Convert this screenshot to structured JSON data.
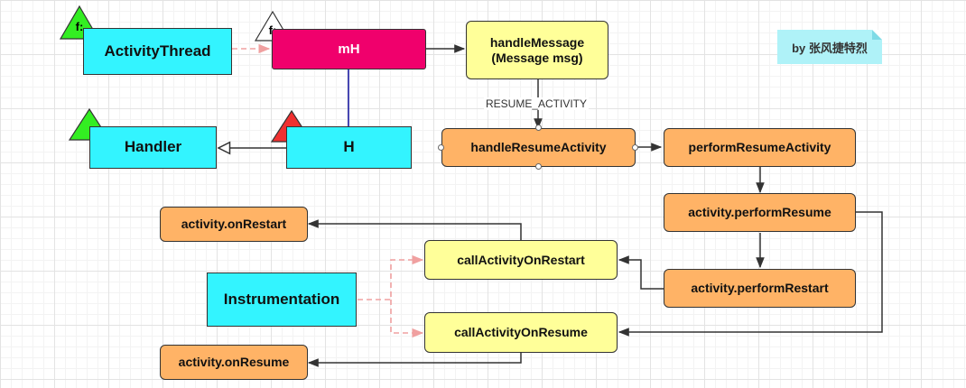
{
  "nodes": {
    "activity_thread": "ActivityThread",
    "mh": "mH",
    "handle_message": "handleMessage\n(Message msg)",
    "handler": "Handler",
    "h": "H",
    "handle_resume_activity": "handleResumeActivity",
    "perform_resume_activity": "performResumeActivity",
    "activity_perform_resume": "activity.performResume",
    "activity_on_restart": "activity.onRestart",
    "call_activity_on_restart": "callActivityOnRestart",
    "activity_perform_restart": "activity.performRestart",
    "instrumentation": "Instrumentation",
    "call_activity_on_resume": "callActivityOnResume",
    "activity_on_resume": "activity.onResume"
  },
  "edge_labels": {
    "resume_activity": "RESUME_ACTIVITY"
  },
  "markers": {
    "field_marker": "f:",
    "colors": {
      "green": "#33ee22",
      "white": "#ffffff",
      "red": "#f03030"
    }
  },
  "note": "by 张风捷特烈",
  "colors": {
    "cyan": "#33f4ff",
    "magenta": "#f0006c",
    "yellow": "#ffff99",
    "orange": "#ffb366",
    "note": "#aff2f8",
    "dashed_link": "#f0a0a0",
    "composition_link": "#3333aa"
  }
}
